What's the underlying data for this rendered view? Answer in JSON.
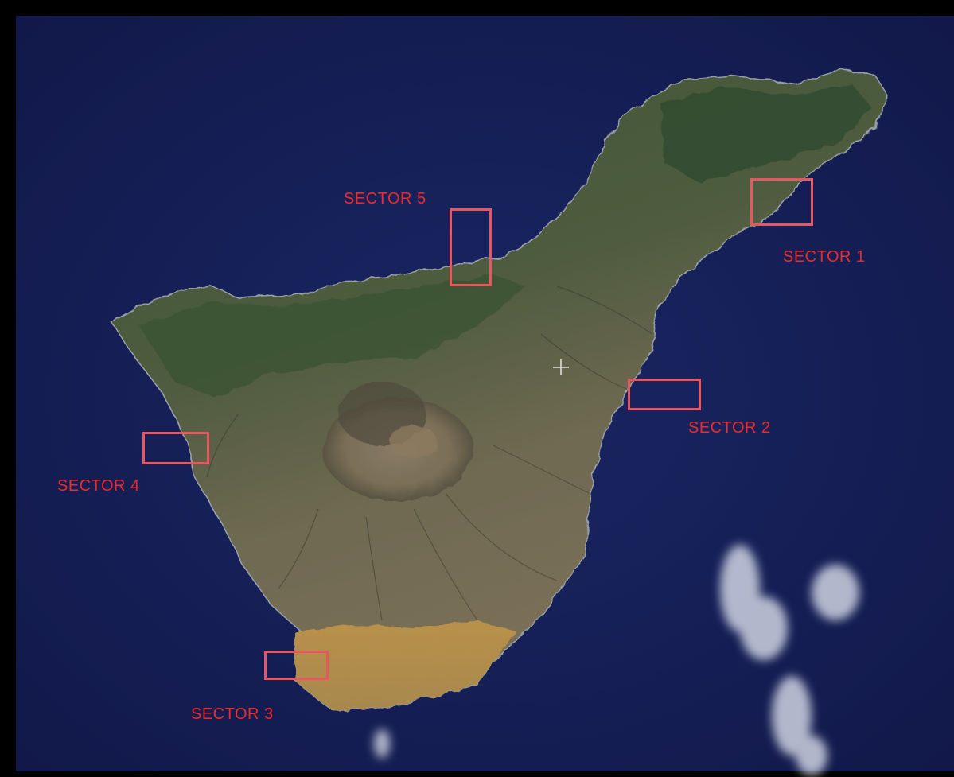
{
  "map": {
    "colors": {
      "frame": "#000000",
      "sea": "#16205a",
      "land_green": "#3f5a35",
      "land_brown": "#7f7458",
      "land_south": "#b08a48",
      "marker": "#e8575f",
      "label": "#ee2a2a"
    },
    "sectors": [
      {
        "id": "sector-1",
        "label": "SECTOR 1"
      },
      {
        "id": "sector-2",
        "label": "SECTOR 2"
      },
      {
        "id": "sector-3",
        "label": "SECTOR 3"
      },
      {
        "id": "sector-4",
        "label": "SECTOR 4"
      },
      {
        "id": "sector-5",
        "label": "SECTOR 5"
      }
    ]
  }
}
